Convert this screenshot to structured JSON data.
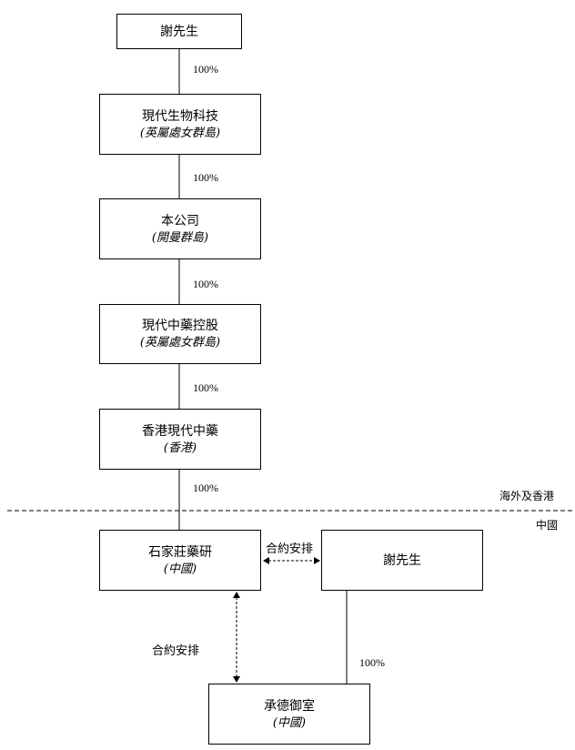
{
  "entities": {
    "mr_xie_top": {
      "name": "謝先生"
    },
    "xiandai_bio": {
      "name": "現代生物科技",
      "jurisdiction": "(英屬處女群島)"
    },
    "company": {
      "name": "本公司",
      "jurisdiction": "(開曼群島)"
    },
    "xiandai_zhongyao_holdings": {
      "name": "現代中藥控股",
      "jurisdiction": "(英屬處女群島)"
    },
    "hk_xiandai_zhongyao": {
      "name": "香港現代中藥",
      "jurisdiction": "(香港)"
    },
    "shijiazhuang": {
      "name": "石家莊藥研",
      "jurisdiction": "(中國)"
    },
    "mr_xie_right": {
      "name": "謝先生"
    },
    "chengde_yushi": {
      "name": "承德御室",
      "jurisdiction": "(中國)"
    }
  },
  "ownership": {
    "pct1": "100%",
    "pct2": "100%",
    "pct3": "100%",
    "pct4": "100%",
    "pct5": "100%",
    "pct6": "100%"
  },
  "regions": {
    "overseas": "海外及香港",
    "china": "中國"
  },
  "contracts": {
    "horizontal": "合約安排",
    "vertical": "合約安排"
  }
}
